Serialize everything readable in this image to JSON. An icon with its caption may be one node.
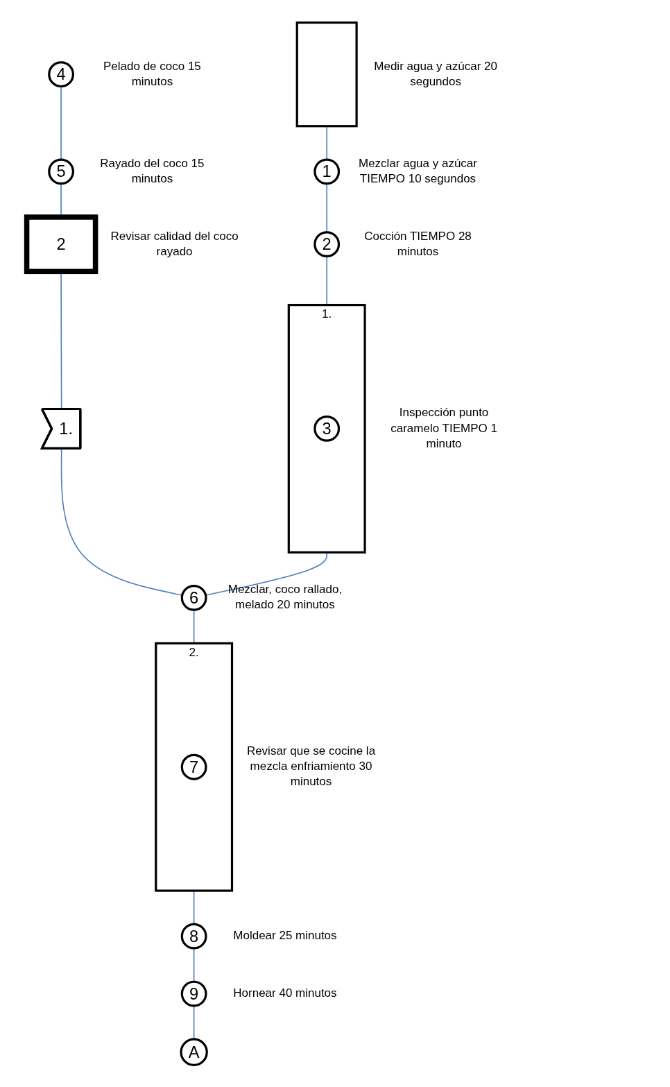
{
  "diagram": {
    "nodes": [
      {
        "text": [],
        "shape": "box",
        "beside": [
          "Medir agua y azúcar 20 segundos"
        ]
      },
      {
        "text": [
          "1"
        ],
        "beside": [
          "Mezclar agua y azúcar TIEMPO  10 segundos"
        ]
      },
      {
        "text": [
          "2"
        ],
        "beside": [
          "Cocción TIEMPO  28 minutos"
        ]
      },
      {
        "text": [
          "1."
        ],
        "beside": [
          "Inspección punto caramelo TIEMPO  1 minuto"
        ]
      },
      {
        "text": [
          "3"
        ],
        "in": 3
      },
      {
        "text": [
          "4"
        ],
        "beside": [
          "Pelado de coco 15 minutos"
        ]
      },
      {
        "text": [
          "5"
        ],
        "beside": [
          "Rayado del coco 15 minutos"
        ]
      },
      {
        "text": [
          "2"
        ],
        "beside": [
          "Revisar calidad del coco rayado"
        ]
      },
      {
        "text": [
          "1."
        ]
      },
      {
        "text": [
          "6"
        ],
        "beside": [
          "Mezclar, coco rallado, melado 20 minutos"
        ]
      },
      {
        "text": [
          "2."
        ],
        "beside": [
          "Revisar que se cocine la mezcla enfriamiento 30 minutos"
        ]
      },
      {
        "text": [
          "7"
        ],
        "in": 10
      },
      {
        "text": [
          "8"
        ],
        "beside": [
          "Moldear  25 minutos"
        ]
      },
      {
        "text": [
          "9"
        ],
        "beside": [
          "Hornear  40 minutos"
        ]
      },
      {
        "text": [
          "A"
        ]
      }
    ],
    "edges": [
      {
        "from": 0,
        "to": 1,
        "arrow": "none"
      },
      {
        "from": 1,
        "to": 2,
        "arrow": "none"
      },
      {
        "from": 2,
        "to": 3,
        "arrow": "none"
      },
      {
        "from": 3,
        "to": 9,
        "arrow": "none"
      },
      {
        "from": 5,
        "to": 6,
        "arrow": "none"
      },
      {
        "from": 6,
        "to": 7,
        "arrow": "none"
      },
      {
        "from": 7,
        "to": 8,
        "arrow": "none"
      },
      {
        "from": 8,
        "to": 9,
        "arrow": "none"
      },
      {
        "from": 9,
        "to": 10,
        "arrow": "none"
      },
      {
        "from": 10,
        "to": 12,
        "arrow": "none"
      },
      {
        "from": 12,
        "to": 13,
        "arrow": "none"
      },
      {
        "from": 13,
        "to": 14,
        "arrow": "none"
      }
    ]
  }
}
